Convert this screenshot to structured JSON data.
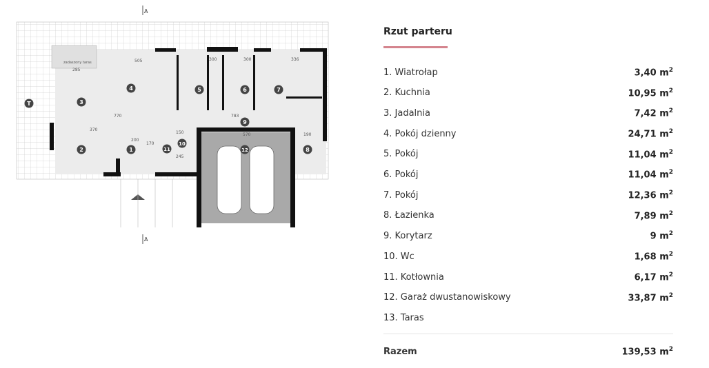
{
  "panel": {
    "title": "Rzut parteru",
    "rooms": [
      {
        "label": "1. Wiatrołap",
        "area": "3,40",
        "unit": "m",
        "exp": "2"
      },
      {
        "label": "2. Kuchnia",
        "area": "10,95",
        "unit": "m",
        "exp": "2"
      },
      {
        "label": "3. Jadalnia",
        "area": "7,42",
        "unit": "m",
        "exp": "2"
      },
      {
        "label": "4. Pokój dzienny",
        "area": "24,71",
        "unit": "m",
        "exp": "2"
      },
      {
        "label": "5. Pokój",
        "area": "11,04",
        "unit": "m",
        "exp": "2"
      },
      {
        "label": "6. Pokój",
        "area": "11,04",
        "unit": "m",
        "exp": "2"
      },
      {
        "label": "7. Pokój",
        "area": "12,36",
        "unit": "m",
        "exp": "2"
      },
      {
        "label": "8. Łazienka",
        "area": "7,89",
        "unit": "m",
        "exp": "2"
      },
      {
        "label": "9. Korytarz",
        "area": "9",
        "unit": "m",
        "exp": "2"
      },
      {
        "label": "10. Wc",
        "area": "1,68",
        "unit": "m",
        "exp": "2"
      },
      {
        "label": "11. Kotłownia",
        "area": "6,17",
        "unit": "m",
        "exp": "2"
      },
      {
        "label": "12. Garaż dwustanowiskowy",
        "area": "33,87",
        "unit": "m",
        "exp": "2"
      },
      {
        "label": "13. Taras",
        "area": null,
        "unit": null,
        "exp": null
      }
    ],
    "total": {
      "label": "Razem",
      "area": "139,53",
      "unit": "m",
      "exp": "2"
    }
  },
  "plan": {
    "section_mark": "A",
    "markers": [
      "T",
      "1",
      "2",
      "3",
      "4",
      "5",
      "6",
      "7",
      "8",
      "9",
      "10",
      "11",
      "12"
    ],
    "dimensions": [
      "505",
      "300",
      "300",
      "336",
      "770",
      "783",
      "370",
      "200",
      "170",
      "150",
      "570",
      "245",
      "285",
      "190"
    ],
    "terrace_note": "zadaszony taras"
  },
  "colors": {
    "accent": "#d4848d",
    "wall": "#111111",
    "garage_floor": "#a9a9a9",
    "room_floor": "#ececec"
  }
}
